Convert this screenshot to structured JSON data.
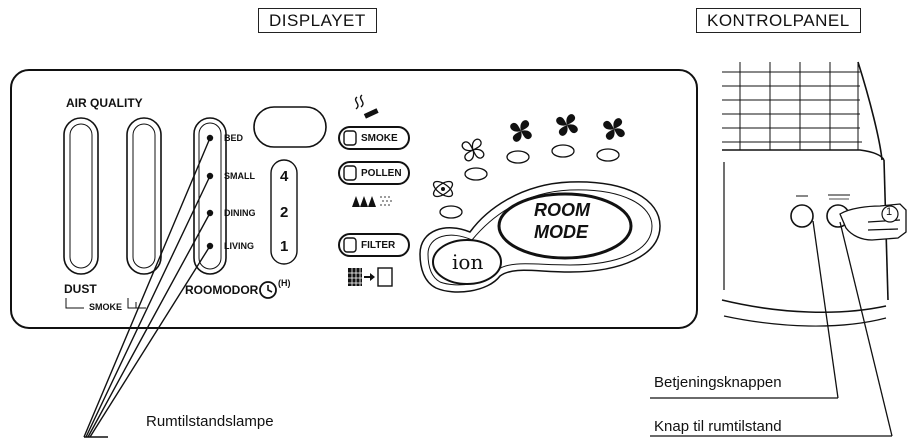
{
  "labels": {
    "display": "DISPLAYET",
    "control_panel": "KONTROLPANEL"
  },
  "display": {
    "air_quality": "AIR QUALITY",
    "dust": "DUST",
    "smoke_sub": "SMOKE",
    "room_lamps": [
      "BED",
      "SMALL",
      "DINING",
      "LIVING"
    ],
    "numbers": [
      "4",
      "2",
      "1"
    ],
    "roomodor": "ROOMODOR",
    "timer_unit": "(H)",
    "smoke_button": "SMOKE",
    "pollen_button": "POLLEN",
    "filter_button": "FILTER",
    "room_mode_line1": "ROOM",
    "room_mode_line2": "MODE",
    "ion": "ion"
  },
  "control_panel": {
    "callout_number": "1"
  },
  "captions": {
    "room_lamp": "Rumtilstandslampe",
    "operation_button": "Betjeningsknappen",
    "room_mode_button": "Knap til rumtilstand"
  }
}
